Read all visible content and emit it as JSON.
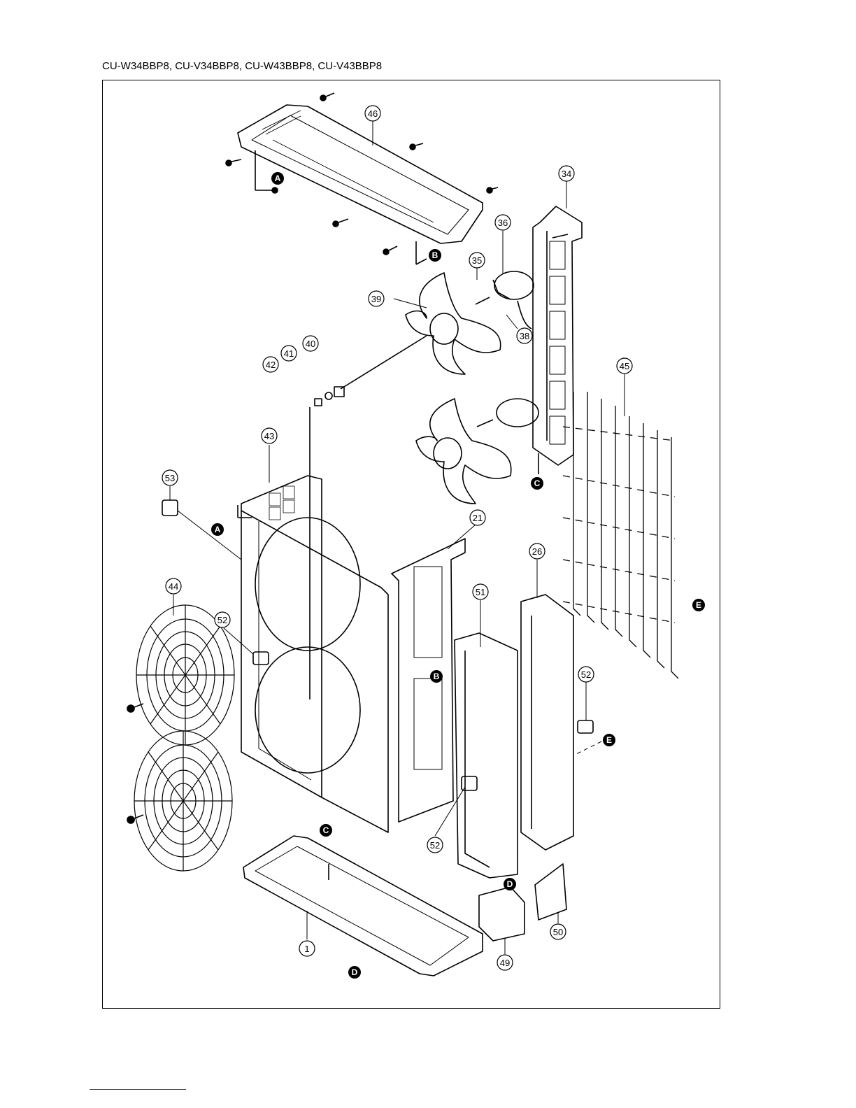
{
  "page": {
    "title": "CU-W34BBP8, CU-V34BBP8, CU-W43BBP8, CU-V43BBP8"
  },
  "part_labels": [
    {
      "id": "p46",
      "text": "46"
    },
    {
      "id": "p34",
      "text": "34"
    },
    {
      "id": "p36",
      "text": "36"
    },
    {
      "id": "p35",
      "text": "35"
    },
    {
      "id": "p39",
      "text": "39"
    },
    {
      "id": "p38",
      "text": "38"
    },
    {
      "id": "p40",
      "text": "40"
    },
    {
      "id": "p41",
      "text": "41"
    },
    {
      "id": "p42",
      "text": "42"
    },
    {
      "id": "p45",
      "text": "45"
    },
    {
      "id": "p43",
      "text": "43"
    },
    {
      "id": "p53",
      "text": "53"
    },
    {
      "id": "p21",
      "text": "21"
    },
    {
      "id": "p26",
      "text": "26"
    },
    {
      "id": "p44",
      "text": "44"
    },
    {
      "id": "p52a",
      "text": "52"
    },
    {
      "id": "p51",
      "text": "51"
    },
    {
      "id": "p52b",
      "text": "52"
    },
    {
      "id": "p52c",
      "text": "52"
    },
    {
      "id": "p1",
      "text": "1"
    },
    {
      "id": "p49",
      "text": "49"
    },
    {
      "id": "p50",
      "text": "50"
    }
  ],
  "reference_markers": [
    {
      "id": "rA1",
      "text": "A"
    },
    {
      "id": "rB1",
      "text": "B"
    },
    {
      "id": "rA2",
      "text": "A"
    },
    {
      "id": "rC1",
      "text": "C"
    },
    {
      "id": "rB2",
      "text": "B"
    },
    {
      "id": "rE1",
      "text": "E"
    },
    {
      "id": "rE2",
      "text": "E"
    },
    {
      "id": "rC2",
      "text": "C"
    },
    {
      "id": "rD1",
      "text": "D"
    },
    {
      "id": "rD2",
      "text": "D"
    }
  ]
}
